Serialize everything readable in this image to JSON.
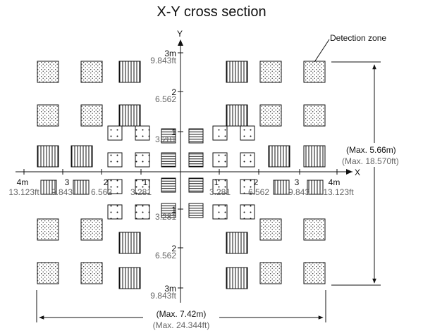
{
  "title": "X-Y cross section",
  "axis": {
    "x_label": "X",
    "y_label": "Y"
  },
  "annotation": {
    "detection_zone": "Detection zone"
  },
  "dimensions": {
    "height_m": "(Max. 5.66m)",
    "height_ft": "(Max. 18.570ft)",
    "width_m": "(Max. 7.42m)",
    "width_ft": "(Max. 24.344ft)"
  },
  "ticks": {
    "x_m": [
      "4m",
      "3",
      "2",
      "1",
      "1",
      "2",
      "3",
      "4m"
    ],
    "x_ft": [
      "13.123ft",
      "9.843",
      "6.562",
      "3.281",
      "3.281",
      "6.562",
      "9.843",
      "13.123ft"
    ],
    "y_top_m": [
      "3m",
      "2",
      "1"
    ],
    "y_top_ft": [
      "9.843ft",
      "6.562",
      "3.281"
    ],
    "y_bottom_m": [
      "1",
      "2",
      "3m"
    ],
    "y_bottom_ft": [
      "3.281",
      "6.562",
      "9.843ft"
    ]
  },
  "colors": {
    "line": "#111111",
    "secondary_text": "#666666",
    "background": "#ffffff"
  }
}
